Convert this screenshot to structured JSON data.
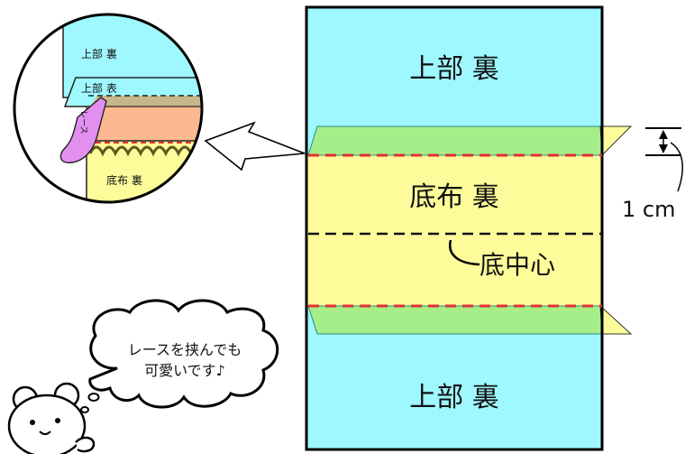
{
  "main_panel": {
    "top_label": "上部 裏",
    "middle_label": "底布 裏",
    "bottom_label": "上部 裏",
    "center_label": "底中心"
  },
  "dimension": {
    "label": "1 cm"
  },
  "zoom_detail": {
    "top_back_label": "上部 裏",
    "top_front_label": "上部 表",
    "lace_label": "レース",
    "base_back_label": "底布 裏"
  },
  "speech_bubble": {
    "line1": "レースを挟んでも",
    "line2": "可愛いです♪"
  },
  "colors": {
    "cyan_fabric": "#9ff8ff",
    "yellow_fabric": "#fefc9a",
    "green_overlap": "#a6ee8a",
    "lace_pink": "#e28ff0",
    "salmon": "#fcb890",
    "stitch_red": "#e53030"
  }
}
